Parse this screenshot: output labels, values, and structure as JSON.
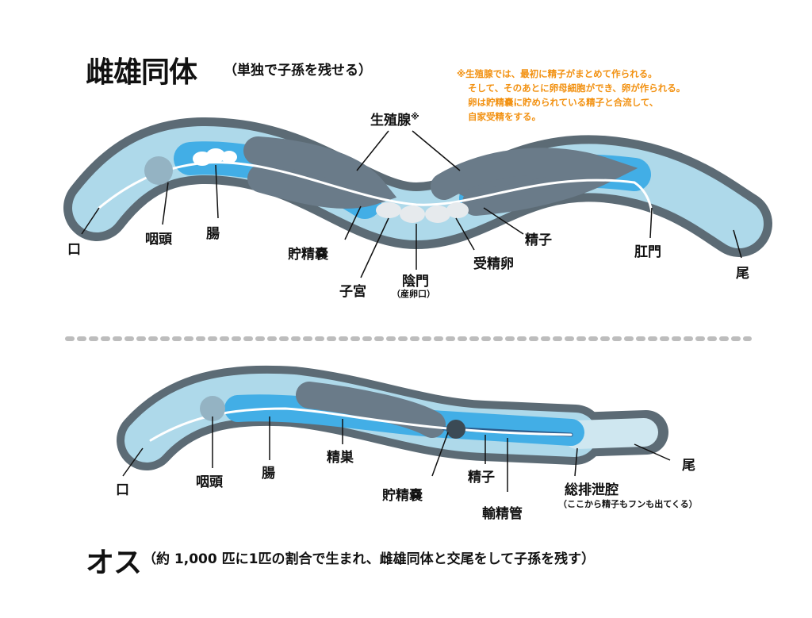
{
  "herm": {
    "title": "雌雄同体",
    "subtitle": "（単独で子孫を残せる）",
    "note": [
      "※生殖腺では、最初に精子がまとめて作られる。",
      "そして、そのあとに卵母細胞ができ、卵が作られる。",
      "卵は貯精嚢に貯められている精子と合流して、",
      "自家受精をする。"
    ],
    "labels": {
      "gonad": "生殖腺",
      "gonad_mark": "※",
      "mouth": "口",
      "pharynx": "咽頭",
      "intestine": "腸",
      "spermatheca": "貯精嚢",
      "uterus": "子宮",
      "vulva": "陰門",
      "vulva_sub": "（産卵口）",
      "fertilized_egg": "受精卵",
      "sperm": "精子",
      "anus": "肛門",
      "tail": "尾"
    }
  },
  "male": {
    "title": "オス",
    "subtitle": "（約 1,000 匹に1匹の割合で生まれ、雌雄同体と交尾をして子孫を残す）",
    "labels": {
      "mouth": "口",
      "pharynx": "咽頭",
      "intestine": "腸",
      "testis": "精巣",
      "seminal_vesicle": "貯精嚢",
      "sperm": "精子",
      "vas_deferens": "輸精管",
      "cloaca": "総排泄腔",
      "cloaca_sub": "（ここから精子もフンも出てくる）",
      "tail": "尾"
    }
  },
  "colors": {
    "outline": "#5c6b75",
    "body": "#aed9ea",
    "intestine": "#42aee6",
    "gonad": "#6a7b89",
    "note": "#f29111"
  }
}
